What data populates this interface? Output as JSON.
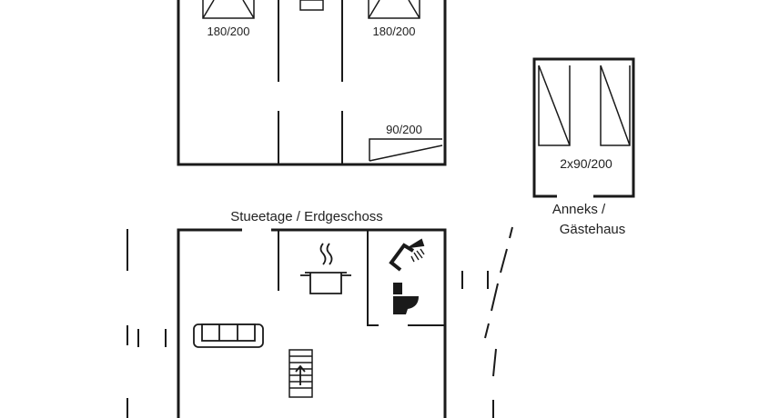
{
  "upper_floor": {
    "beds": [
      {
        "size": "180/200"
      },
      {
        "size": "180/200"
      },
      {
        "size": "90/200"
      }
    ]
  },
  "ground_floor": {
    "title": "Stueetage / Erdgeschoss",
    "rooms": [
      "kitchen",
      "bathroom",
      "living-room"
    ],
    "icons": [
      "cooking-pot-icon",
      "shower-icon",
      "toilet-icon",
      "sofa-icon",
      "stairs-icon"
    ]
  },
  "annex": {
    "title_line1": "Anneks /",
    "title_line2": "Gästehaus",
    "beds": "2x90/200"
  },
  "colors": {
    "wall": "#1a1a1a",
    "background": "#ffffff",
    "text": "#222222"
  }
}
